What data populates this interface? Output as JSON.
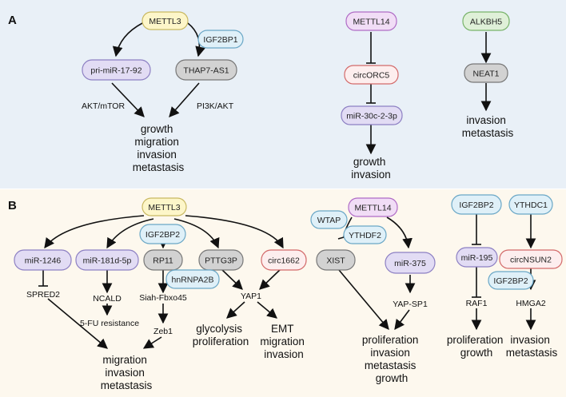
{
  "panels": {
    "a": "A",
    "b": "B"
  },
  "colors": {
    "panel_a_bg": "#e9f0f7",
    "panel_b_bg": "#fdf8ee",
    "yellow_fill": "#fdf6c9",
    "yellow_stroke": "#c9b962",
    "purple_fill": "#e2dcf4",
    "purple_stroke": "#8d80c3",
    "gray_fill": "#d2d2d2",
    "gray_stroke": "#777777",
    "blue_fill": "#dff0f8",
    "blue_stroke": "#6aa7c6",
    "red_fill": "#fdeeee",
    "red_stroke": "#d36a6a",
    "green_fill": "#dff0d8",
    "green_stroke": "#78b36a",
    "magenta_fill": "#f1ddf6",
    "magenta_stroke": "#b06cc6"
  },
  "nodes": {
    "a_mettl3": "METTL3",
    "a_igf2bp1": "IGF2BP1",
    "a_pri_mir": "pri-miR-17-92",
    "a_thap7": "THAP7-AS1",
    "a_mettl14": "METTL14",
    "a_circorc5": "circORC5",
    "a_mir30c": "miR-30c-2-3p",
    "a_alkbh5": "ALKBH5",
    "a_neat1": "NEAT1",
    "b_mettl3": "METTL3",
    "b_igf2bp2_a": "IGF2BP2",
    "b_mir1246": "miR-1246",
    "b_mir181": "miR-181d-5p",
    "b_rp11": "RP11",
    "b_pttg3p": "PTTG3P",
    "b_circ1662": "circ1662",
    "b_hnrnpa2b": "hnRNPA2B",
    "b_mettl14": "METTL14",
    "b_wtap": "WTAP",
    "b_ythdf2": "YTHDF2",
    "b_xist": "XIST",
    "b_mir375": "miR-375",
    "b_igf2bp2_b": "IGF2BP2",
    "b_mir195": "miR-195",
    "b_ythdc1": "YTHDC1",
    "b_circnsun2": "circNSUN2",
    "b_igf2bp2_c": "IGF2BP2"
  },
  "labels": {
    "a_akt_mtor": "AKT/mTOR",
    "a_pi3k_akt": "PI3K/AKT",
    "b_spred2": "SPRED2",
    "b_ncald": "NCALD",
    "b_siah": "Siah-Fbxo45",
    "b_zeb1": "Zeb1",
    "b_5fu": "5-FU resistance",
    "b_yap1": "YAP1",
    "b_yapsp1": "YAP-SP1",
    "b_raf1": "RAF1",
    "b_hmga2": "HMGA2"
  },
  "outcomes": {
    "a_growth_block": [
      "growth",
      "migration",
      "invasion",
      "metastasis"
    ],
    "a_growth_invasion": [
      "growth",
      "invasion"
    ],
    "a_invasion_metastasis": [
      "invasion",
      "metastasis"
    ],
    "b_migration_block": [
      "migration",
      "invasion",
      "metastasis"
    ],
    "b_glycolysis": [
      "glycolysis",
      "proliferation"
    ],
    "b_emt": [
      "EMT",
      "migration",
      "invasion"
    ],
    "b_prolif_block": [
      "proliferation",
      "invasion",
      "metastasis",
      "growth"
    ],
    "b_prolif_growth": [
      "proliferation",
      "growth"
    ],
    "b_invasion_metastasis": [
      "invasion",
      "metastasis"
    ]
  }
}
